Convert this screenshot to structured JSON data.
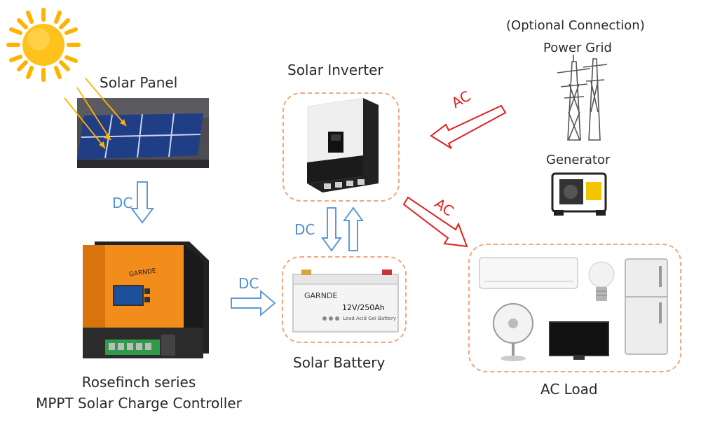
{
  "labels": {
    "solar_panel": "Solar Panel",
    "solar_inverter": "Solar Inverter",
    "optional_connection": "(Optional Connection)",
    "power_grid": "Power Grid",
    "generator": "Generator",
    "controller_line1": "Rosefinch series",
    "controller_line2": "MPPT Solar Charge Controller",
    "solar_battery": "Solar Battery",
    "ac_load": "AC Load"
  },
  "flows": {
    "panel_to_controller": "DC",
    "controller_to_battery": "DC",
    "battery_inverter": "DC",
    "grid_to_inverter": "AC",
    "inverter_to_load": "AC"
  },
  "device_text": {
    "controller_brand": "GARNDE",
    "battery_brand": "GARNDE",
    "battery_model": "12V/250Ah",
    "battery_type": "Lead Acid Gel Battery"
  },
  "colors": {
    "dc_arrow": "#4f8fcf",
    "ac_arrow": "#e02020",
    "dashed_box": "#f0a77a",
    "controller_orange": "#f28c1a"
  }
}
